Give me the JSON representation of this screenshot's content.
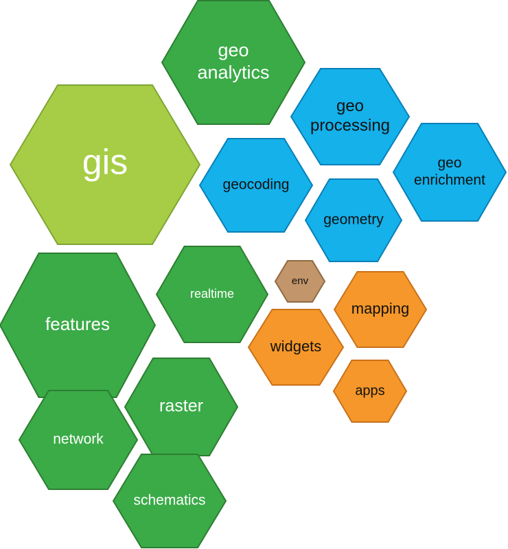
{
  "colors": {
    "green_dark": "#3aab47",
    "green_dark_stroke": "#2e7d32",
    "green_light": "#a6cd45",
    "green_light_stroke": "#7fa534",
    "blue": "#14b1ea",
    "blue_stroke": "#0a7fb8",
    "orange": "#f5972a",
    "orange_stroke": "#c9711a",
    "brown": "#c3956a",
    "brown_stroke": "#8f6a42",
    "text_white": "#ffffff",
    "text_dark": "#111111"
  },
  "hexagons": [
    {
      "key": "geo-analytics",
      "lines": [
        "geo",
        "analytics"
      ],
      "group": "green"
    },
    {
      "key": "geo-processing",
      "lines": [
        "geo",
        "processing"
      ],
      "group": "blue"
    },
    {
      "key": "gis",
      "lines": [
        "gis"
      ],
      "group": "light-green"
    },
    {
      "key": "geocoding",
      "lines": [
        "geocoding"
      ],
      "group": "blue"
    },
    {
      "key": "geo-enrichment",
      "lines": [
        "geo",
        "enrichment"
      ],
      "group": "blue"
    },
    {
      "key": "geometry",
      "lines": [
        "geometry"
      ],
      "group": "blue"
    },
    {
      "key": "features",
      "lines": [
        "features"
      ],
      "group": "green"
    },
    {
      "key": "realtime",
      "lines": [
        "realtime"
      ],
      "group": "green"
    },
    {
      "key": "env",
      "lines": [
        "env"
      ],
      "group": "brown"
    },
    {
      "key": "mapping",
      "lines": [
        "mapping"
      ],
      "group": "orange"
    },
    {
      "key": "widgets",
      "lines": [
        "widgets"
      ],
      "group": "orange"
    },
    {
      "key": "raster",
      "lines": [
        "raster"
      ],
      "group": "green"
    },
    {
      "key": "apps",
      "lines": [
        "apps"
      ],
      "group": "orange"
    },
    {
      "key": "network",
      "lines": [
        "network"
      ],
      "group": "green"
    },
    {
      "key": "schematics",
      "lines": [
        "schematics"
      ],
      "group": "green"
    }
  ]
}
